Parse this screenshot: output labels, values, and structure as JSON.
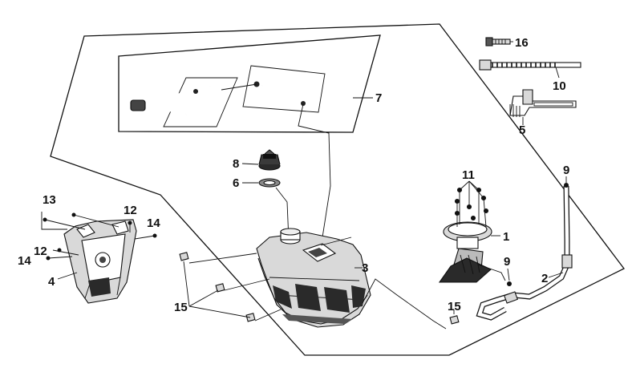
{
  "callouts": {
    "c1": "1",
    "c2": "2",
    "c3": "3",
    "c4": "4",
    "c5": "5",
    "c6": "6",
    "c7": "7",
    "c8": "8",
    "c9a": "9",
    "c9b": "9",
    "c10": "10",
    "c11": "11",
    "c12a": "12",
    "c12b": "12",
    "c13": "13",
    "c14a": "14",
    "c14b": "14",
    "c15a": "15",
    "c15b": "15",
    "c16": "16"
  },
  "colors": {
    "ink": "#111111",
    "part_dark": "#2a2a2a",
    "part_mid": "#8a8a8a",
    "part_light": "#d9d9d9",
    "background": "#ffffff"
  }
}
